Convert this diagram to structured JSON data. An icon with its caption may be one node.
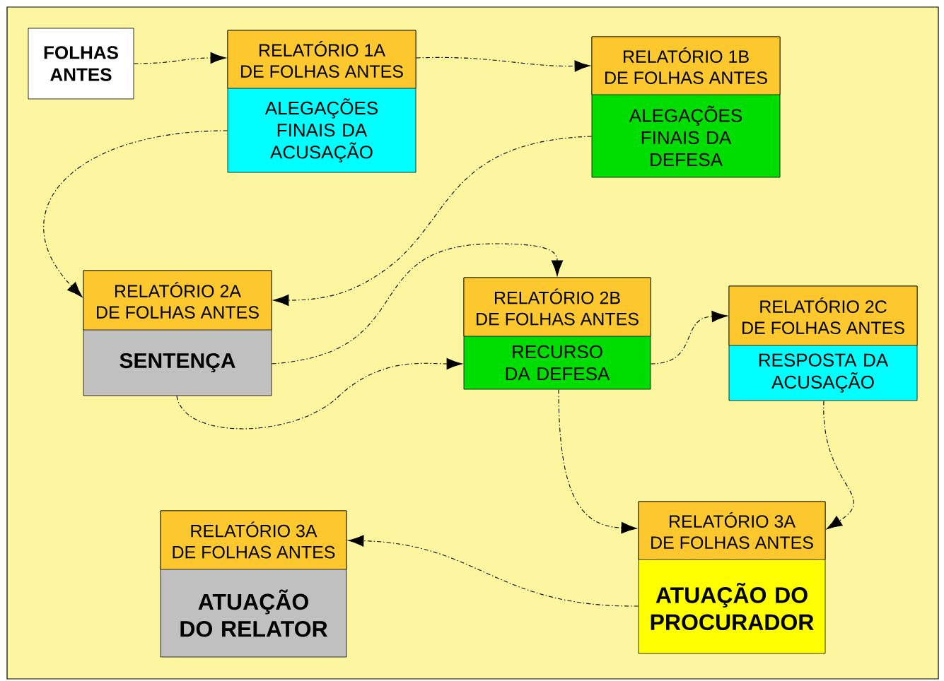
{
  "diagram": {
    "nodes": [
      {
        "text": [
          "FOLHAS ANTES"
        ]
      },
      {
        "text": [
          "RELATÓRIO 1A DE FOLHAS ANTES",
          "ALEGAÇÕES FINAIS DA ACUSAÇÃO"
        ]
      },
      {
        "text": [
          "RELATÓRIO 1B DE FOLHAS ANTES",
          "ALEGAÇÕES FINAIS DA DEFESA"
        ]
      },
      {
        "text": [
          "RELATÓRIO 2A DE FOLHAS ANTES",
          "SENTENÇA"
        ]
      },
      {
        "text": [
          "RELATÓRIO 2B DE FOLHAS ANTES",
          "RECURSO DA DEFESA"
        ]
      },
      {
        "text": [
          "RELATÓRIO 2C DE FOLHAS ANTES",
          "RESPOSTA DA ACUSAÇÃO"
        ]
      },
      {
        "text": [
          "RELATÓRIO 3A DE FOLHAS ANTES",
          "ATUAÇÃO DO RELATOR"
        ]
      },
      {
        "text": [
          "RELATÓRIO 3A DE FOLHAS ANTES",
          "ATUAÇÃO DO PROCURADOR"
        ]
      }
    ],
    "edges": [
      {
        "from": 0,
        "to": 1,
        "arrow": "to"
      },
      {
        "from": 1,
        "to": 2,
        "arrow": "to"
      },
      {
        "from": 1,
        "to": 3,
        "arrow": "to"
      },
      {
        "from": 2,
        "to": 3,
        "arrow": "to"
      },
      {
        "from": 3,
        "to": 4,
        "arrow": "to"
      },
      {
        "from": 3,
        "to": 4,
        "arrow": "to"
      },
      {
        "from": 4,
        "to": 5,
        "arrow": "to"
      },
      {
        "from": 4,
        "to": 7,
        "arrow": "to"
      },
      {
        "from": 5,
        "to": 7,
        "arrow": "to"
      },
      {
        "from": 7,
        "to": 6,
        "arrow": "to"
      }
    ]
  }
}
